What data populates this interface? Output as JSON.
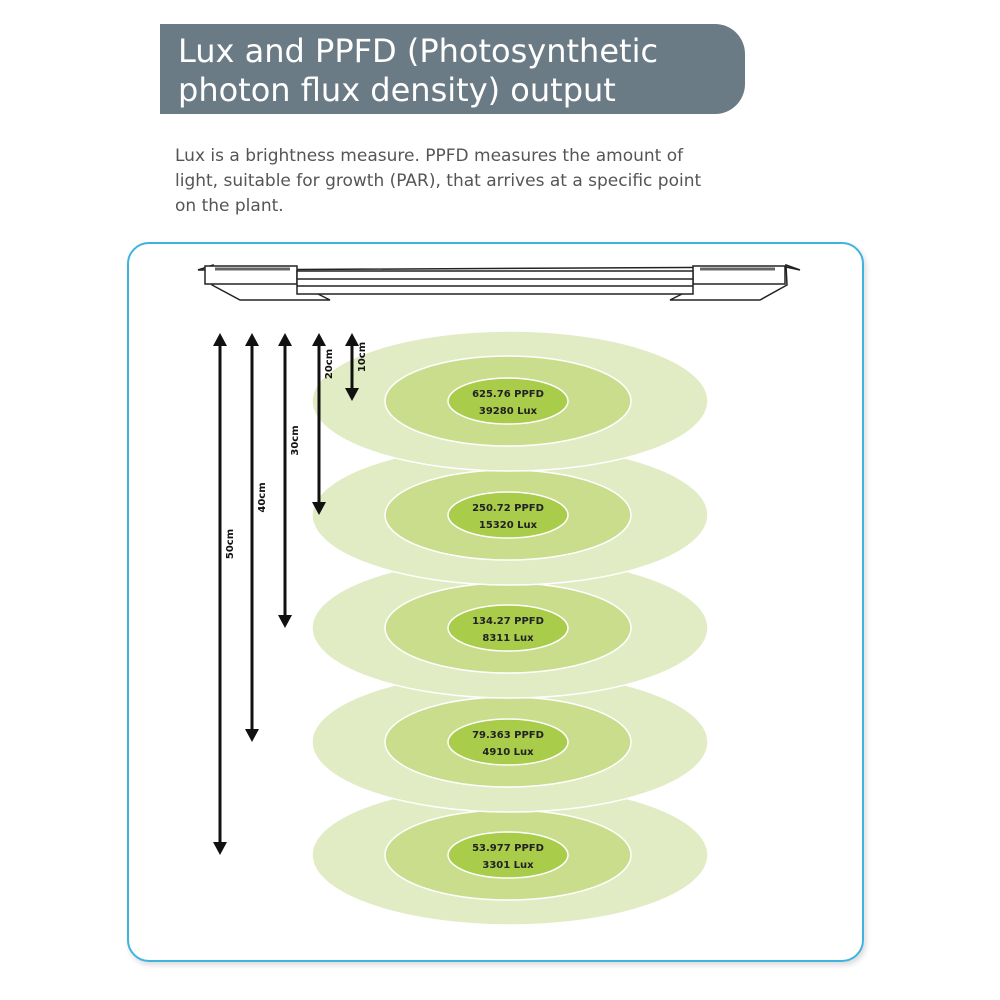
{
  "title": "Lux and PPFD (Photosynthetic photon flux density) output",
  "intro": "Lux is a brightness measure. PPFD measures the amount of light, suitable for growth (PAR), that arrives at a specific point on the plant.",
  "colors": {
    "banner": "#6b7b85",
    "border": "#3fb3df",
    "outer": "#e1ebc4",
    "middle": "#c9dd8d",
    "inner": "#a9cc4b"
  },
  "levels": [
    {
      "distance": "10cm",
      "ppfd": "625.76 PPFD",
      "lux": "39280 Lux"
    },
    {
      "distance": "20cm",
      "ppfd": "250.72 PPFD",
      "lux": "15320 Lux"
    },
    {
      "distance": "30cm",
      "ppfd": "134.27 PPFD",
      "lux": "8311 Lux"
    },
    {
      "distance": "40cm",
      "ppfd": "79.363 PPFD",
      "lux": "4910 Lux"
    },
    {
      "distance": "50cm",
      "ppfd": "53.977 PPFD",
      "lux": "3301 Lux"
    }
  ]
}
